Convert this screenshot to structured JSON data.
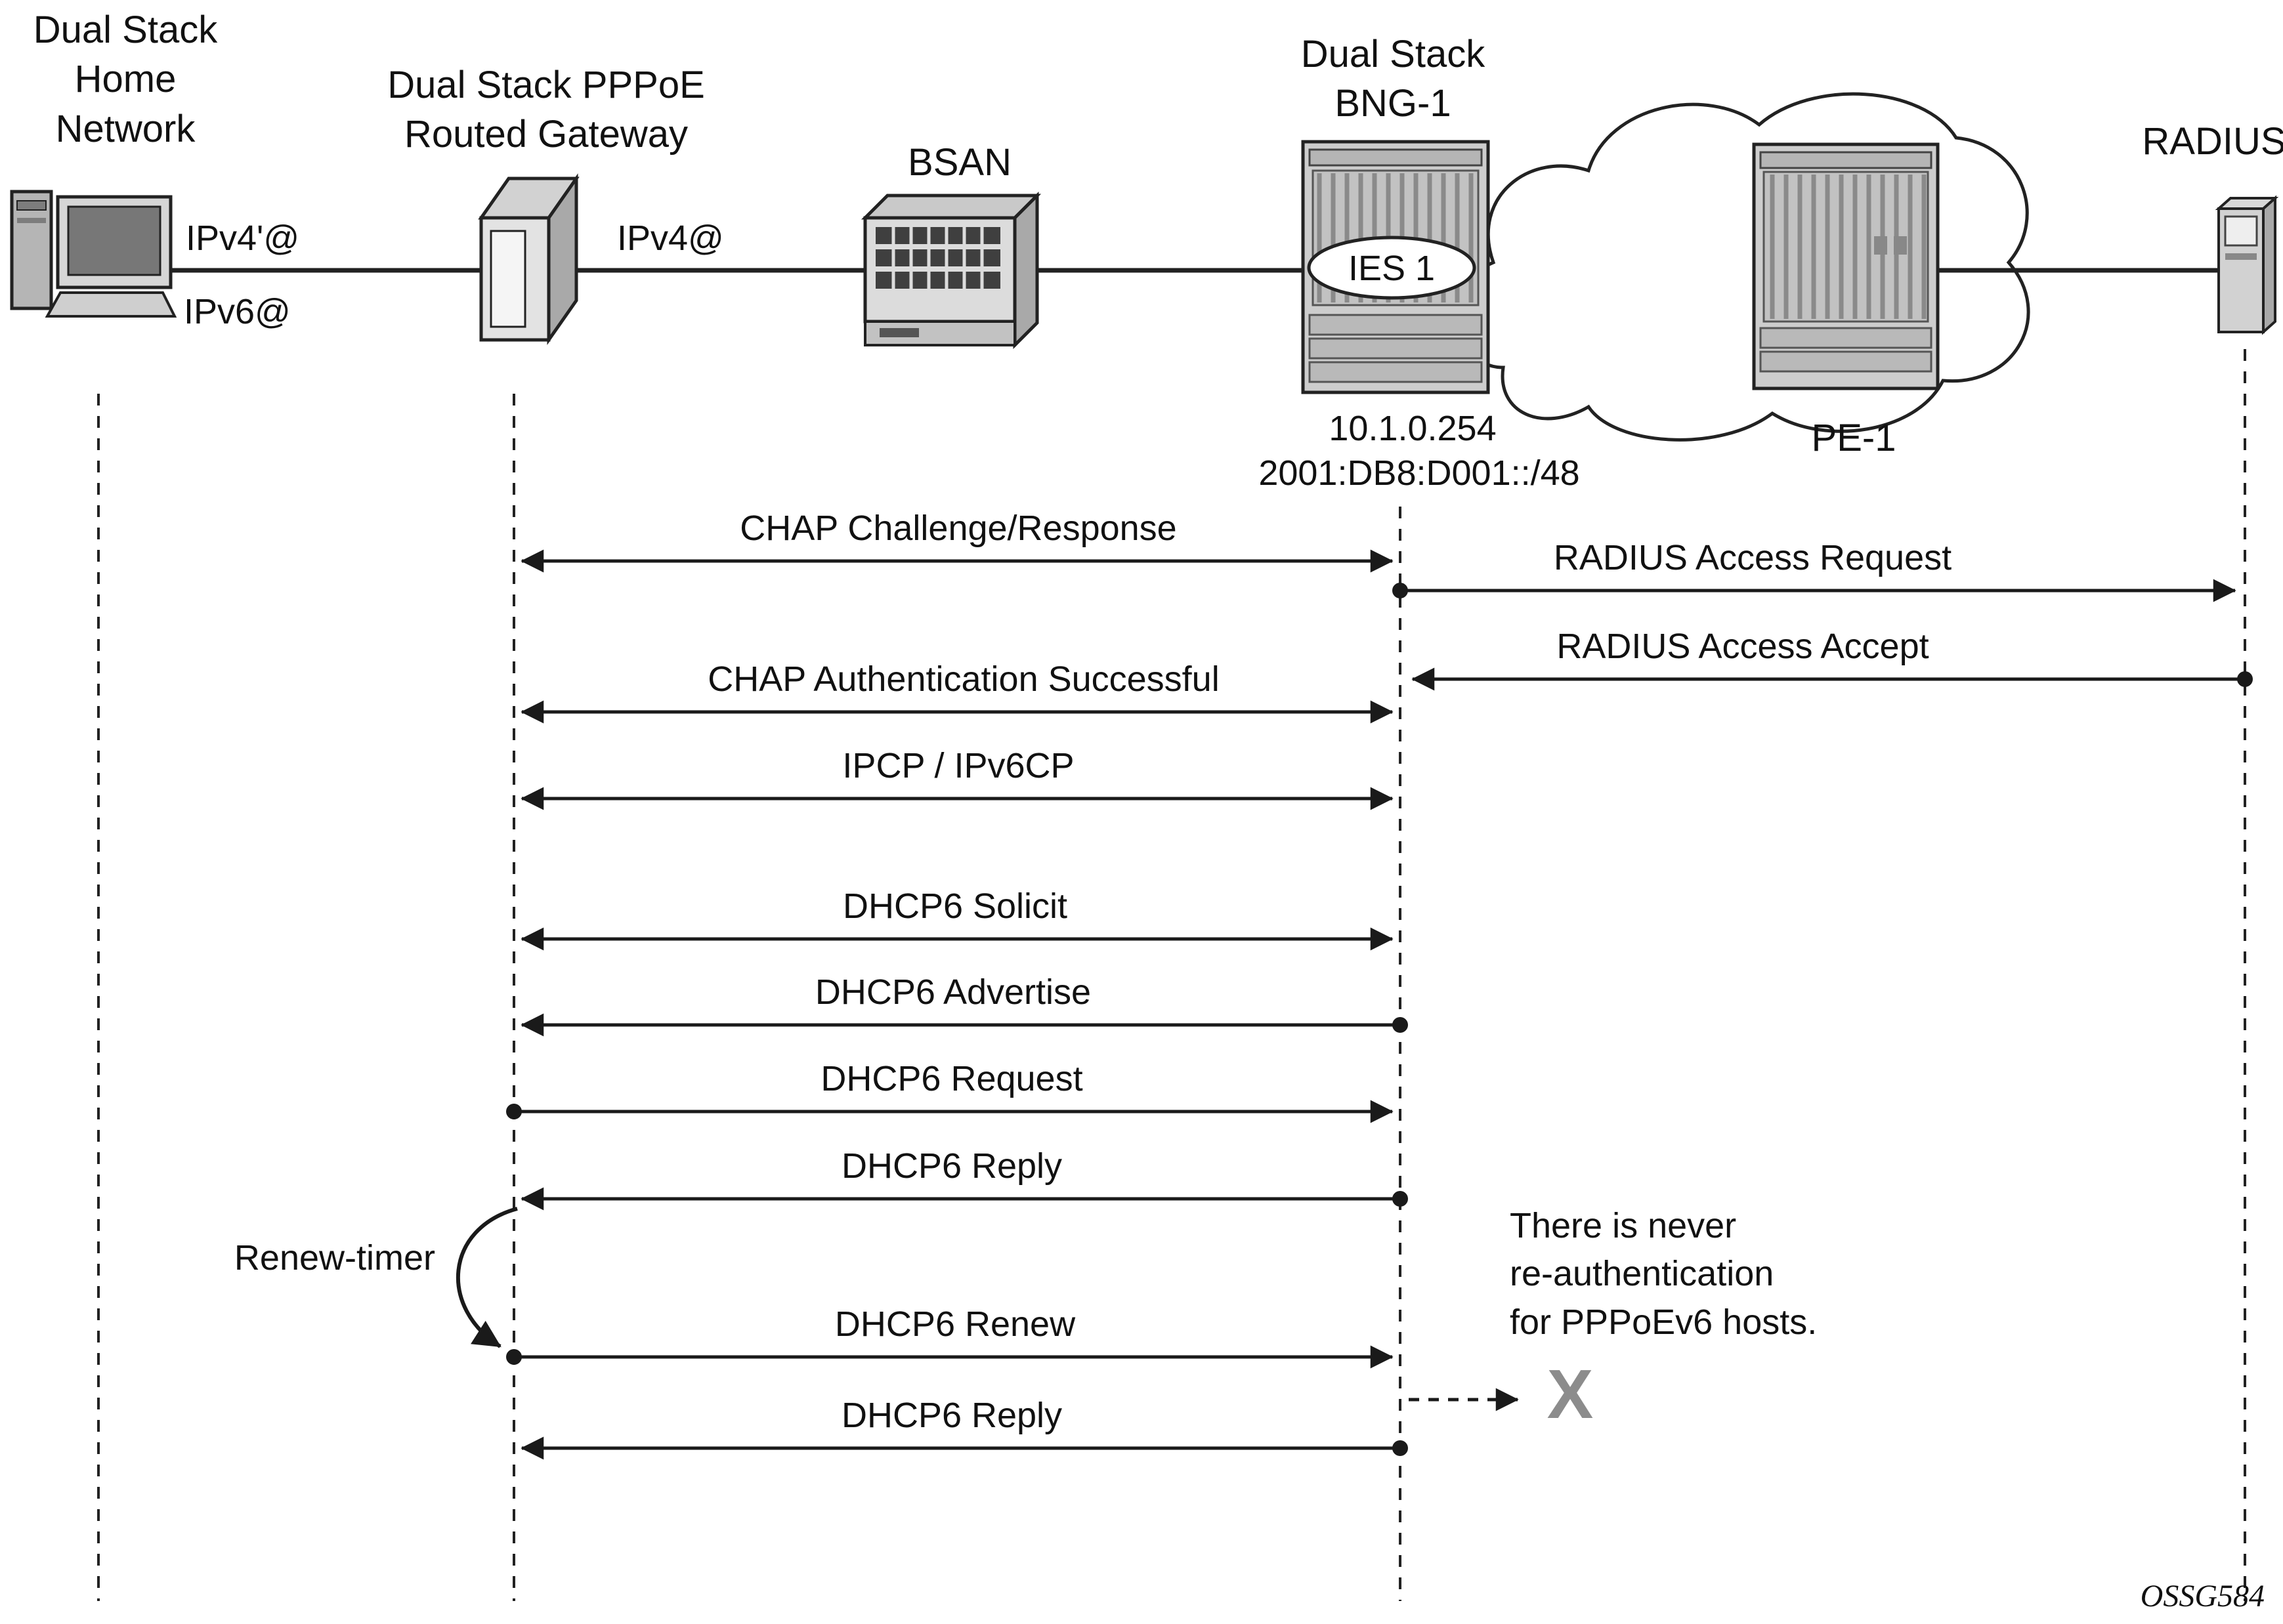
{
  "devices": {
    "home": {
      "line1": "Dual Stack",
      "line2": "Home",
      "line3": "Network",
      "addr_ipv4": "IPv4'@",
      "addr_ipv6": "IPv6@"
    },
    "gateway": {
      "line1": "Dual Stack PPPoE",
      "line2": "Routed Gateway",
      "addr_ipv4": "IPv4@"
    },
    "bsan": {
      "label": "BSAN"
    },
    "bng": {
      "line1": "Dual Stack",
      "line2": "BNG-1",
      "service_badge": "IES 1",
      "ipv4": "10.1.0.254",
      "ipv6_prefix": "2001:DB8:D001::/48"
    },
    "pe": {
      "label": "PE-1"
    },
    "radius": {
      "label": "RADIUS"
    }
  },
  "messages": {
    "chap_challenge": "CHAP Challenge/Response",
    "radius_access_request": "RADIUS Access Request",
    "radius_access_accept": "RADIUS Access Accept",
    "chap_auth_success": "CHAP Authentication Successful",
    "ipcp": "IPCP / IPv6CP",
    "dhcp6_solicit": "DHCP6 Solicit",
    "dhcp6_advertise": "DHCP6 Advertise",
    "dhcp6_request": "DHCP6 Request",
    "dhcp6_reply": "DHCP6 Reply",
    "renew_timer": "Renew-timer",
    "dhcp6_renew": "DHCP6 Renew",
    "dhcp6_reply2": "DHCP6 Reply"
  },
  "annotations": {
    "note_line1": "There is never",
    "note_line2": "re-authentication",
    "note_line3": "for PPPoEv6 hosts.",
    "x_mark": "X",
    "watermark": "OSSG584"
  },
  "colors": {
    "line": "#1a1a1a",
    "x_mark": "#8c8c8c",
    "device_fill": "#cdcdcd"
  }
}
